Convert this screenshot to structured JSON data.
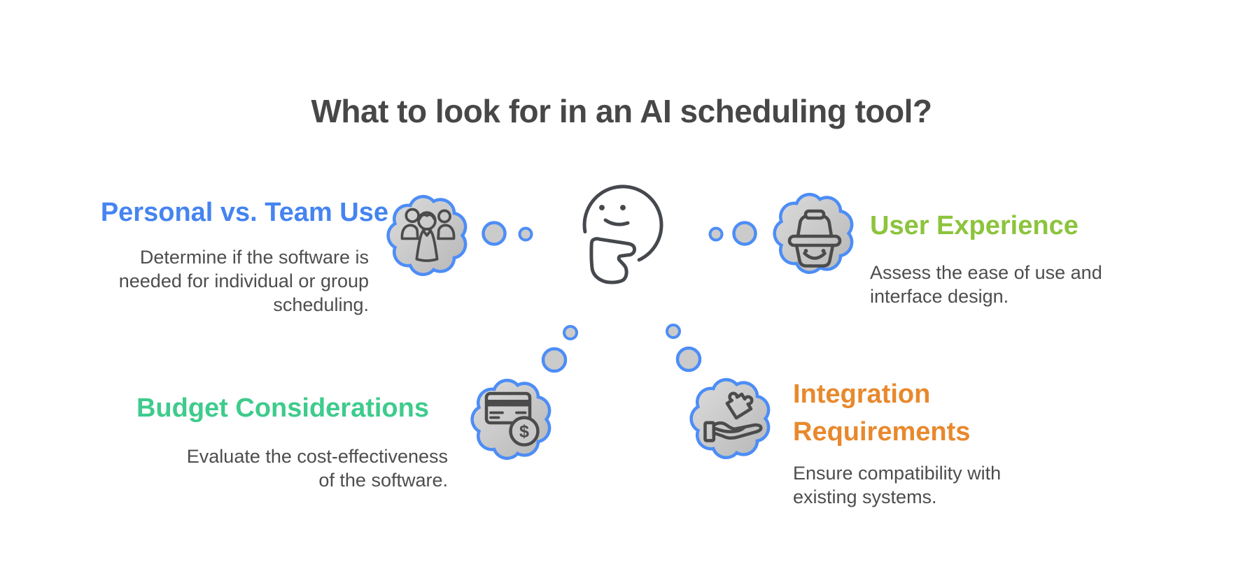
{
  "title": "What to look for in an AI scheduling tool?",
  "center_icon": "thinking-face",
  "colors": {
    "title_text": "#474747",
    "description_text": "#4d4d4d",
    "bubble_outline_blue": "#4D8DF6",
    "cloud_fill_light": "#d9d9d9",
    "cloud_fill_dark": "#b9b9b9",
    "icon_stroke": "#4b4b4b",
    "heading_blue": "#4584F0",
    "heading_green": "#8CC43C",
    "heading_emerald": "#3ECB8C",
    "heading_orange": "#E8892D"
  },
  "sections": [
    {
      "id": "personal-vs-team-use",
      "title": "Personal vs. Team Use",
      "heading_color": "#4584F0",
      "description": "Determine if the software is\nneeded for individual or group\nscheduling.",
      "icon": "team-group-icon"
    },
    {
      "id": "user-experience",
      "title": "User Experience",
      "heading_color": "#8CC43C",
      "description": "Assess the ease of use and\ninterface design.",
      "icon": "smiling-basket-icon"
    },
    {
      "id": "budget-considerations",
      "title": "Budget Considerations",
      "heading_color": "#3ECB8C",
      "description": "Evaluate the cost-effectiveness\nof the software.",
      "icon": "credit-card-dollar-icon"
    },
    {
      "id": "integration-requirements",
      "title": "Integration\nRequirements",
      "heading_color": "#E8892D",
      "description": "Ensure compatibility with\nexisting systems.",
      "icon": "hand-holding-puzzle-icon"
    }
  ]
}
